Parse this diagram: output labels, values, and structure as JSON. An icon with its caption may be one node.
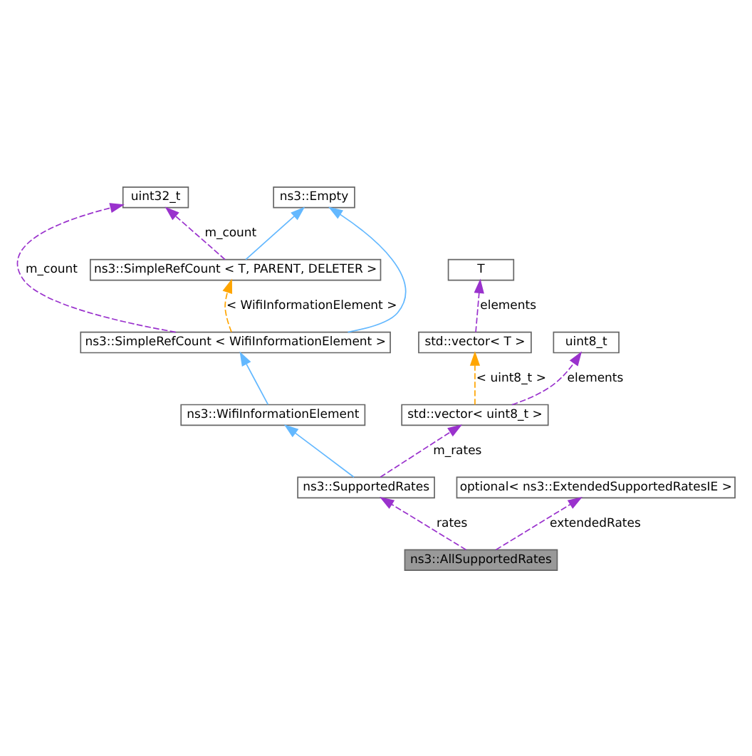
{
  "diagram": {
    "nodes": [
      {
        "text": [
          "ns3::Empty"
        ]
      },
      {
        "text": [
          "uint32_t"
        ]
      },
      {
        "text": [
          "ns3::SimpleRefCount < T, PARENT, DELETER >"
        ]
      },
      {
        "text": [
          "T"
        ]
      },
      {
        "text": [
          "ns3::SimpleRefCount < WifiInformationElement >"
        ]
      },
      {
        "text": [
          "uint8_t"
        ]
      },
      {
        "text": [
          "std::vector< T >"
        ]
      },
      {
        "text": [
          "ns3::WifiInformationElement"
        ]
      },
      {
        "text": [
          "std::vector< uint8_t >"
        ]
      },
      {
        "text": [
          "ns3::SupportedRates"
        ]
      },
      {
        "text": [
          "optional< ns3::ExtendedSupportedRatesIE >"
        ]
      },
      {
        "text": [
          "ns3::AllSupportedRates"
        ]
      }
    ],
    "edges": [
      {
        "from": 2,
        "to": 0,
        "arrow": "to",
        "color": "#63b8ff"
      },
      {
        "from": 4,
        "to": 0,
        "arrow": "to",
        "color": "#63b8ff"
      },
      {
        "from": 2,
        "to": 1,
        "arrow": "to",
        "style": "dashed",
        "label": "m_count"
      },
      {
        "from": 4,
        "to": 1,
        "arrow": "to",
        "style": "dashed",
        "label": "m_count"
      },
      {
        "from": 4,
        "to": 2,
        "arrow": "to",
        "style": "dashed",
        "color": "#ffa500",
        "label": "< WifiInformationElement >"
      },
      {
        "from": 7,
        "to": 4,
        "arrow": "to",
        "color": "#63b8ff"
      },
      {
        "from": 9,
        "to": 7,
        "arrow": "to",
        "color": "#63b8ff"
      },
      {
        "from": 6,
        "to": 3,
        "arrow": "to",
        "style": "dashed",
        "label": "elements"
      },
      {
        "from": 8,
        "to": 5,
        "arrow": "to",
        "style": "dashed",
        "label": "elements"
      },
      {
        "from": 8,
        "to": 6,
        "arrow": "to",
        "style": "dashed",
        "color": "#ffa500",
        "label": "< uint8_t >"
      },
      {
        "from": 9,
        "to": 8,
        "arrow": "to",
        "style": "dashed",
        "label": "m_rates"
      },
      {
        "from": 11,
        "to": 9,
        "arrow": "to",
        "style": "dashed",
        "label": "rates"
      },
      {
        "from": 11,
        "to": 10,
        "arrow": "to",
        "style": "dashed",
        "label": "extendedRates"
      }
    ]
  }
}
